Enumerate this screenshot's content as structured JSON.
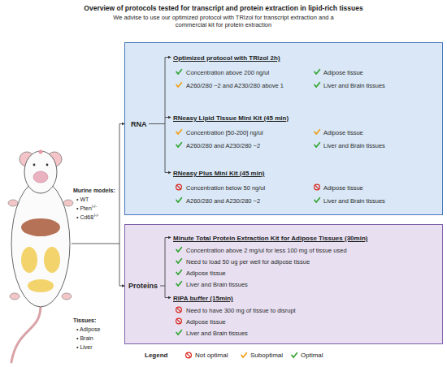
{
  "diagram": {
    "title": "Overview of protocols tested for transcript and protein extraction in lipid-rich tissues",
    "nodes": [
      {
        "text": [
          "RNA",
          "Optimized protocol with TRIzol 2h)",
          "Concentration above 200 ng/ul",
          "Adipose tissue",
          "A260/280 ~2 and A230/280 above 1",
          "Liver and Brain tissues",
          "RNeasy Lipid Tissue Mini Kit (45 min)",
          "Concentration [50-200] ng/ul",
          "Adipose tissue",
          "A260/280 and A230/280 ~2",
          "Liver and Brain tissues",
          "RNeasy Plus Mini Kit (45 min)",
          "Concentration below 50 ng/ul",
          "Adipose tissue",
          "A260/280 and A230/280 ~2",
          "Liver and Brain tissues"
        ]
      },
      {
        "text": [
          "Proteins",
          "Minute Total Protein Extraction Kit for Adipose Tissues (30min)",
          "Concentration above 2 mg/ul for less 100 mg of tissue used",
          "Need to load 50 ug per well for adipose tissue",
          "Adipose tissue",
          "Liver and Brain tissues",
          "RIPA buffer (15min)",
          "Need to have 300 mg of tissue to disrupt",
          "Adipose tissue",
          "Liver and Brain tissues"
        ]
      }
    ],
    "labels": [
      "We advise to use our optimized protocol with TRIzol for transcript extraction and a commercial kit for protein extraction",
      "Murine models:",
      "• WT",
      "• Pten",
      "l-/-",
      "• Cd68",
      "l-/-",
      "Tissues:",
      "• Adipose",
      "• Brain",
      "• Liver",
      "Legend"
    ],
    "legend": [
      {
        "text": "Not optimal"
      },
      {
        "text": "Suboptimal"
      },
      {
        "text": "Optimal"
      }
    ]
  }
}
